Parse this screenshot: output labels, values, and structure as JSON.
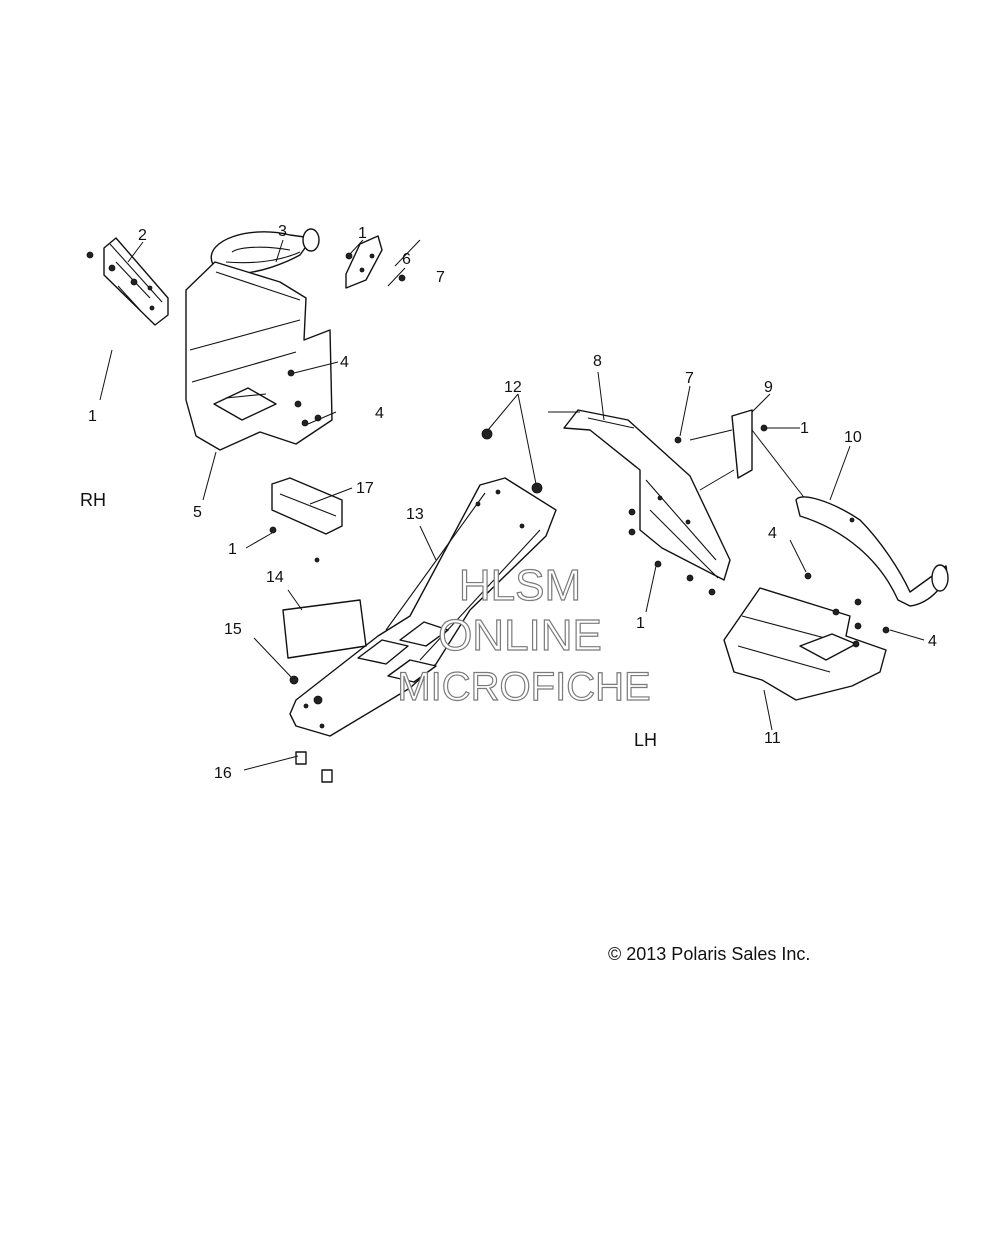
{
  "side_labels": {
    "right": "RH",
    "left": "LH"
  },
  "watermark": {
    "line1": "HLSM",
    "line2": "ONLINE",
    "line3": "MICROFICHE"
  },
  "copyright": "© 2013 Polaris Sales Inc.",
  "callouts": [
    "1",
    "2",
    "3",
    "1",
    "6",
    "7",
    "4",
    "1",
    "4",
    "5",
    "17",
    "1",
    "12",
    "13",
    "8",
    "7",
    "9",
    "1",
    "10",
    "4",
    "14",
    "15",
    "1",
    "16",
    "11",
    "4"
  ]
}
